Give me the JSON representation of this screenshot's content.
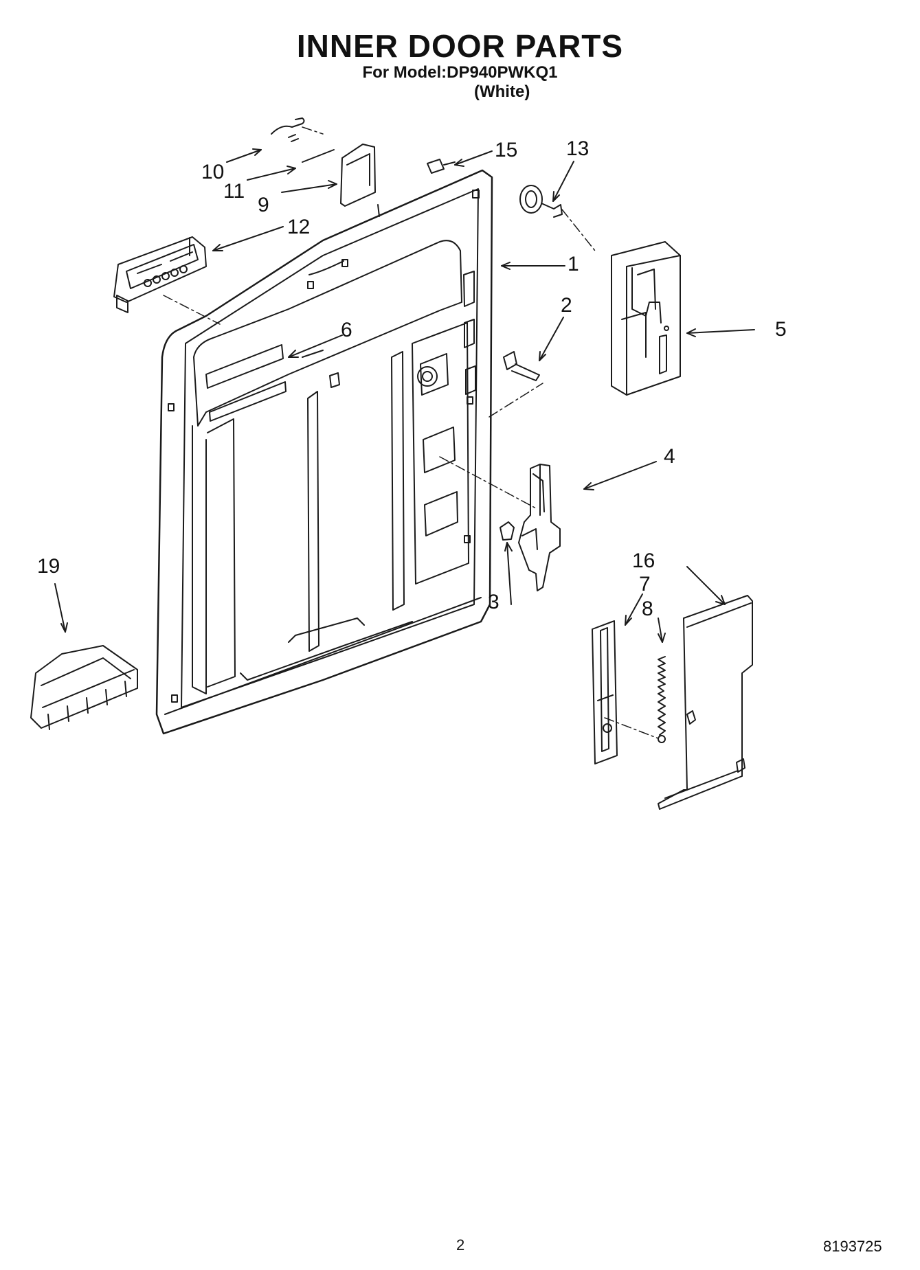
{
  "header": {
    "title": "INNER DOOR PARTS",
    "model_line": "For Model:DP940PWKQ1",
    "color_line": "(White)"
  },
  "callouts": {
    "c1": "1",
    "c2": "2",
    "c3": "3",
    "c4": "4",
    "c5": "5",
    "c6": "6",
    "c7": "7",
    "c8": "8",
    "c9": "9",
    "c10": "10",
    "c11": "11",
    "c12": "12",
    "c13": "13",
    "c15": "15",
    "c16": "16",
    "c19": "19"
  },
  "footer": {
    "page_number": "2",
    "doc_number": "8193725"
  }
}
